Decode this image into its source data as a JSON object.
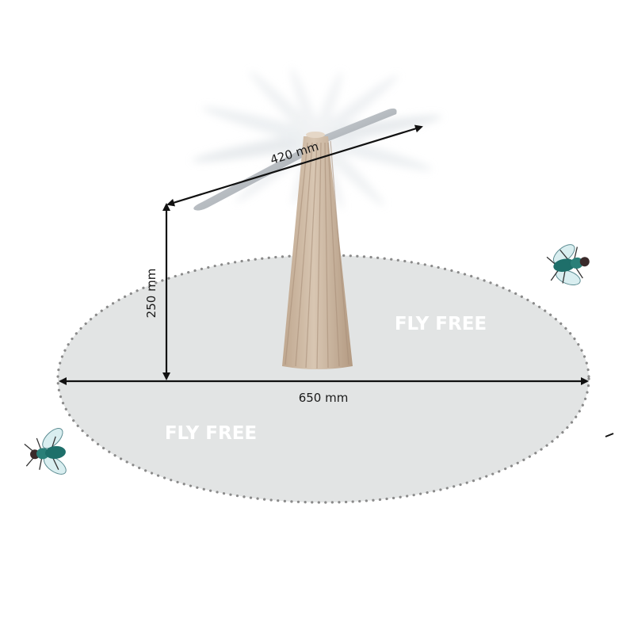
{
  "diagram": {
    "width_dimension": "420 mm",
    "height_dimension": "250 mm",
    "area_dimension": "650 mm",
    "zone_label_right": "FLY FREE",
    "zone_label_left": "FLY FREE"
  },
  "colors": {
    "zone_fill": "#e2e4e4",
    "zone_border": "#8a8a8a",
    "fan_body": "#cdb9a3",
    "arrow": "#111111",
    "fly_body": "#1e6f6a"
  },
  "icons": {
    "fan": "fan-device-icon",
    "fly": "fly-icon"
  }
}
